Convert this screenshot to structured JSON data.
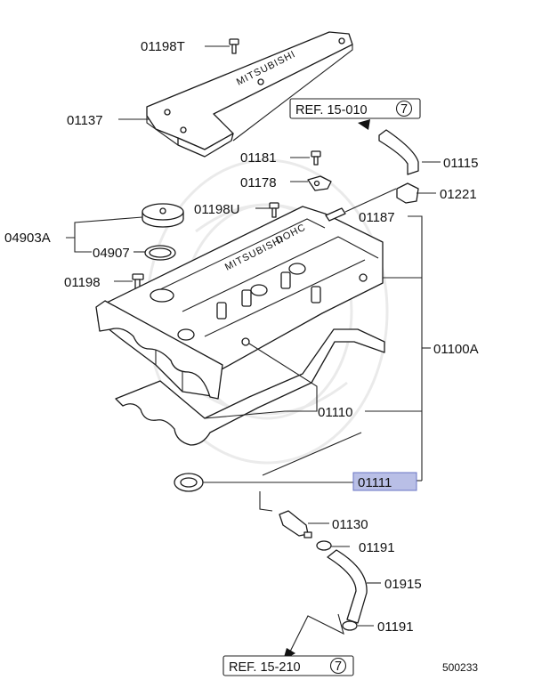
{
  "labels": {
    "p01198T": "01198T",
    "p01137": "01137",
    "p01181": "01181",
    "p01178": "01178",
    "p01198U": "01198U",
    "p04903A": "04903A",
    "p04907": "04907",
    "p01198": "01198",
    "p01115": "01115",
    "p01221": "01221",
    "p01187": "01187",
    "p01100A": "01100A",
    "p01110": "01110",
    "p01111": "01111",
    "p01130": "01130",
    "p01191a": "01191",
    "p01915": "01915",
    "p01191b": "01191"
  },
  "refs": {
    "top_text": "REF. 15-010",
    "top_num": "7",
    "bottom_text": "REF. 15-210",
    "bottom_num": "7"
  },
  "diagram_code": "500233",
  "highlight_color": "#b9bfe6"
}
